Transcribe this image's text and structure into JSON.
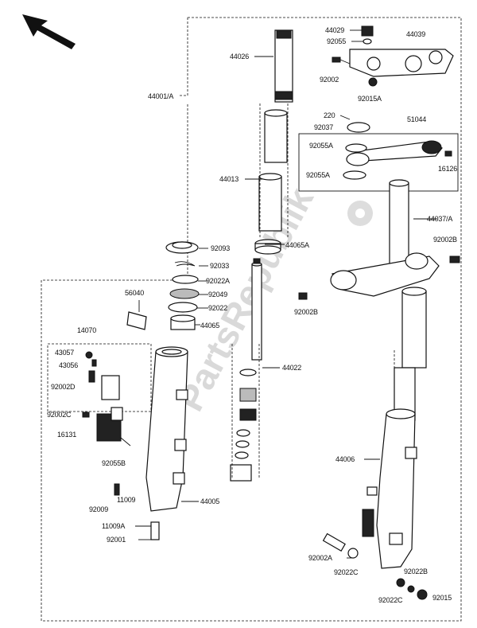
{
  "labels": {
    "p44029": "44029",
    "p44039": "44039",
    "p92055": "92055",
    "p44026": "44026",
    "p92002": "92002",
    "p92015A": "92015A",
    "p44001A": "44001/A",
    "p220": "220",
    "p51044": "51044",
    "p92037": "92037",
    "p92055A_1": "92055A",
    "p92055A_2": "92055A",
    "p16126": "16126",
    "p44013": "44013",
    "p44037A": "44037/A",
    "p92002B_1": "92002B",
    "p92093": "92093",
    "p44065A": "44065A",
    "p92033": "92033",
    "p92022A": "92022A",
    "p92049": "92049",
    "p92002B_2": "92002B",
    "p56040": "56040",
    "p92022": "92022",
    "p44065": "44065",
    "p14070": "14070",
    "p43057": "43057",
    "p43056": "43056",
    "p44022": "44022",
    "p92002D": "92002D",
    "p92002C": "92002C",
    "p16131": "16131",
    "p92055B": "92055B",
    "p44006": "44006",
    "p11009": "11009",
    "p92009": "92009",
    "p44005": "44005",
    "p11009A": "11009A",
    "p92001": "92001",
    "p92002A": "92002A",
    "p92022C_1": "92022C",
    "p92022B": "92022B",
    "p92022C_2": "92022C",
    "p92015": "92015"
  },
  "watermark": "PartsRepublik"
}
